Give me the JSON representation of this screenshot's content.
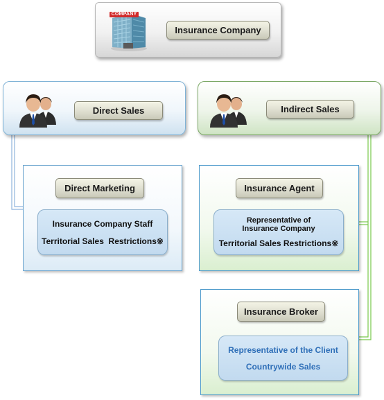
{
  "company": {
    "sign": "COMPANY",
    "label": "Insurance Company"
  },
  "direct_sales": {
    "label": "Direct Sales"
  },
  "indirect_sales": {
    "label": "Indirect Sales"
  },
  "direct_marketing": {
    "title": "Direct Marketing",
    "line1": "Insurance Company Staff",
    "line2": "Territorial Sales  Restrictions※"
  },
  "insurance_agent": {
    "title": "Insurance Agent",
    "line1a": "Representative of",
    "line1b": "Insurance Company",
    "line2": "Territorial Sales Restrictions※"
  },
  "insurance_broker": {
    "title": "Insurance Broker",
    "line1": "Representative of the Client",
    "line2": "Countrywide Sales"
  },
  "colors": {
    "direct_line": "#8fb4dd",
    "indirect_line": "#77c84a",
    "broker_text": "#2f6fb8"
  }
}
